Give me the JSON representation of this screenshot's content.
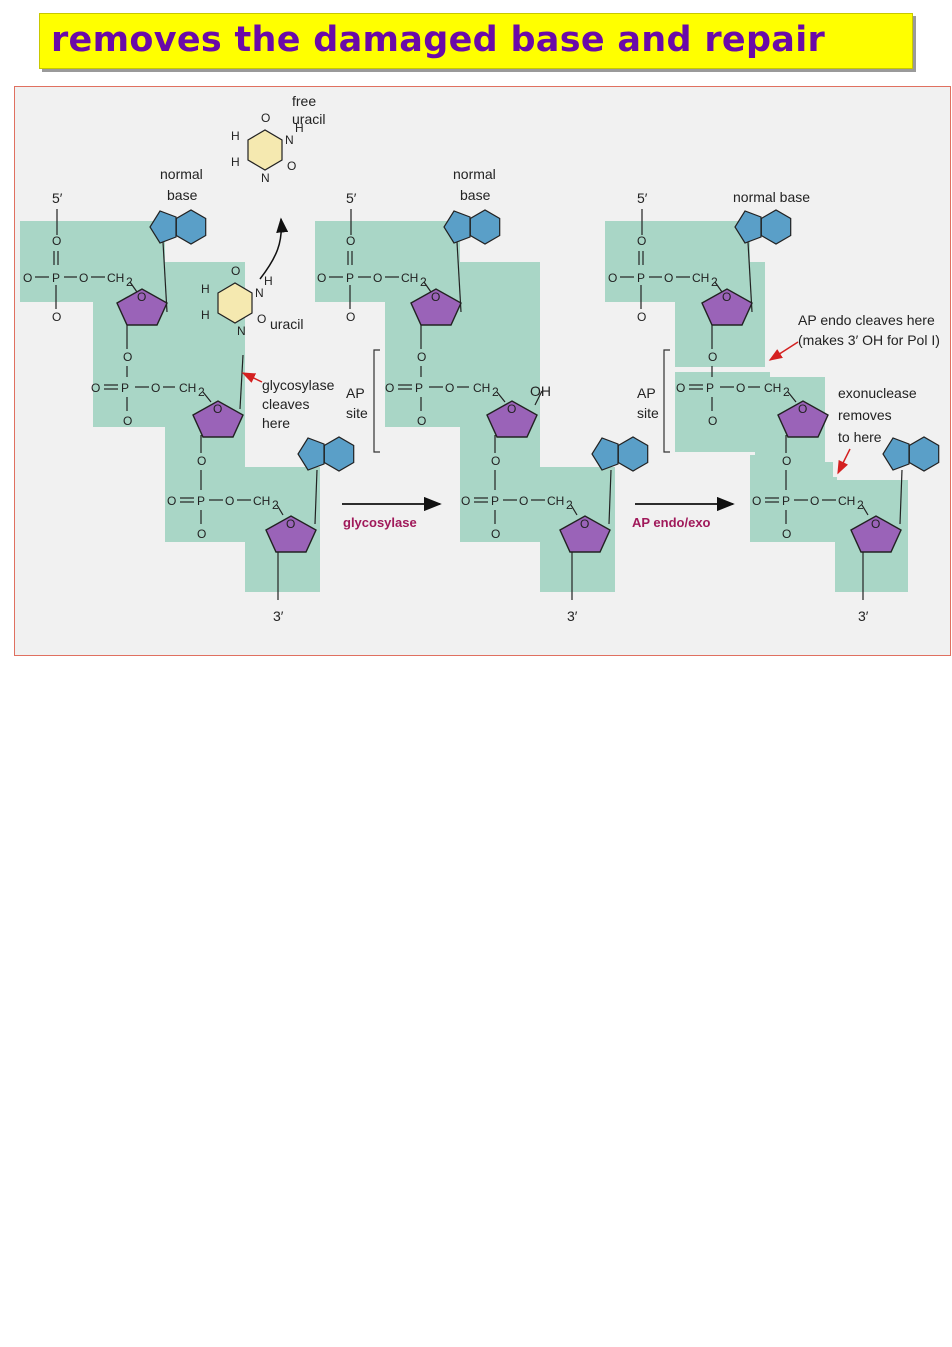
{
  "slide": {
    "title": "removes the damaged base and repair"
  },
  "diagram": {
    "five_prime": "5′",
    "three_prime": "3′",
    "normal_base": [
      "normal",
      "base"
    ],
    "normal_base_single": "normal base",
    "free_uracil": [
      "free",
      "uracil"
    ],
    "uracil": "uracil",
    "glycosylase_cleaves": [
      "glycosylase",
      "cleaves",
      "here"
    ],
    "ap_site": [
      "AP",
      "site"
    ],
    "oh": "OH",
    "ap_endo_cleaves": [
      "AP endo cleaves here",
      "(makes 3′ OH for Pol I)"
    ],
    "exonuclease": [
      "exonuclease",
      "removes",
      "to here"
    ],
    "step1_enzyme": "glycosylase",
    "step2_enzyme": "AP endo/exo",
    "atoms": {
      "P": "P",
      "O": "O",
      "CH2": "CH",
      "sub2": "2",
      "N": "N",
      "H": "H"
    },
    "colors": {
      "backbone_band": "#a9d6c6",
      "sugar": "#9a63b8",
      "base": "#5a9fc8",
      "uracil": "#f5e9b0",
      "red_arrow": "#d42020",
      "enzyme_label": "#a0195a"
    }
  }
}
